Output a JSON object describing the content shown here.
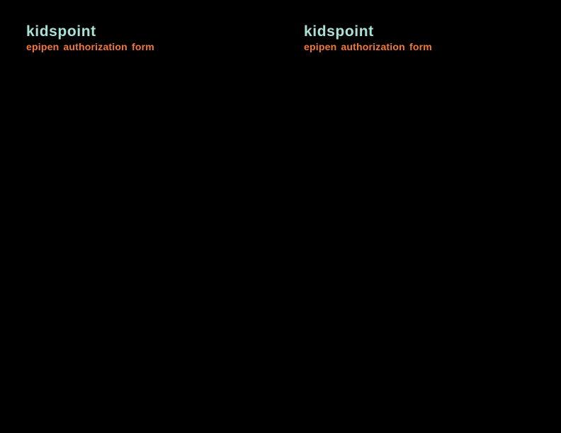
{
  "document": {
    "background_color": "#000000",
    "brand_color": "#A9E3D7",
    "accent_color": "#F0793C",
    "copies": [
      {
        "brand": "kidspoint",
        "title": "epipen authorization form"
      },
      {
        "brand": "kidspoint",
        "title": "epipen authorization form"
      }
    ]
  }
}
